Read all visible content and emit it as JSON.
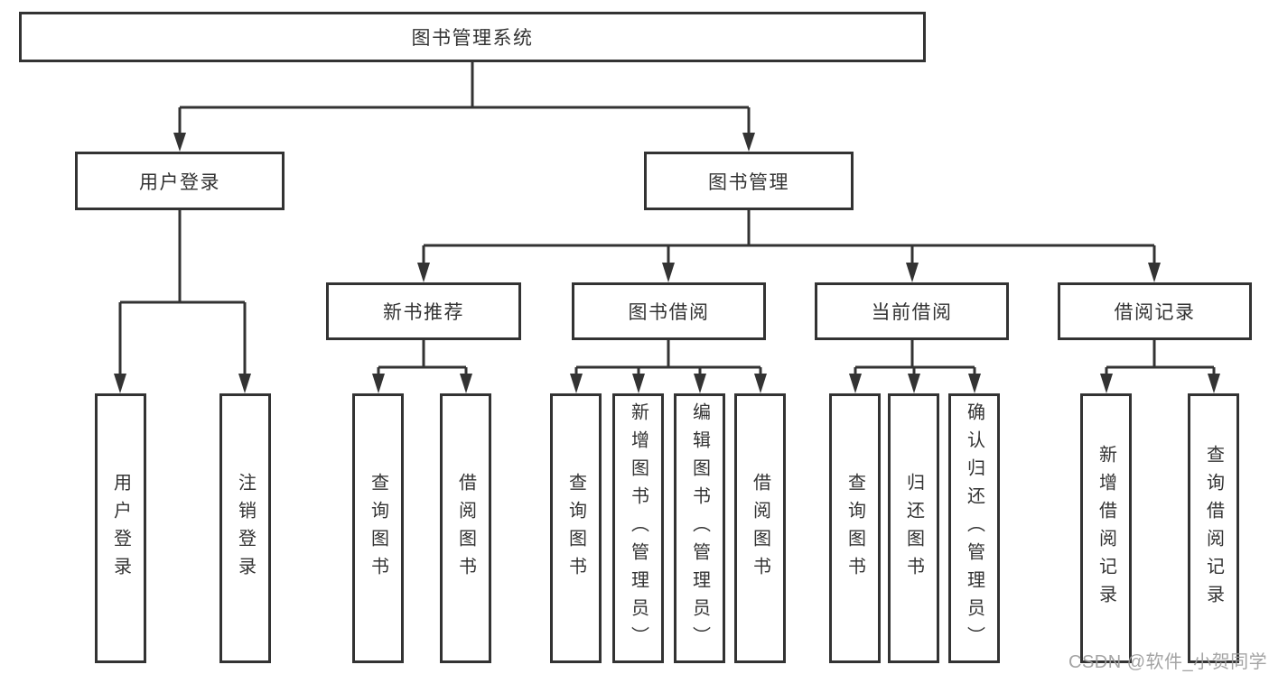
{
  "tree": {
    "root": "图书管理系统",
    "branches": [
      {
        "label": "用户登录",
        "children": [
          "用户登录",
          "注销登录"
        ]
      },
      {
        "label": "图书管理",
        "sections": [
          {
            "label": "新书推荐",
            "children": [
              "查询图书",
              "借阅图书"
            ]
          },
          {
            "label": "图书借阅",
            "children": [
              "查询图书",
              "新增图书（管理员）",
              "编辑图书（管理员）",
              "借阅图书"
            ]
          },
          {
            "label": "当前借阅",
            "children": [
              "查询图书",
              "归还图书",
              "确认归还（管理员）"
            ]
          },
          {
            "label": "借阅记录",
            "children": [
              "新增借阅记录",
              "查询借阅记录"
            ]
          }
        ]
      }
    ]
  },
  "watermark": "CSDN @软件_小贺同学",
  "colors": {
    "line": "#333333",
    "box_border": "#333333",
    "box_background": "#ffffff",
    "text": "#333333",
    "watermark": "#9c9c9c",
    "background": "#ffffff"
  }
}
